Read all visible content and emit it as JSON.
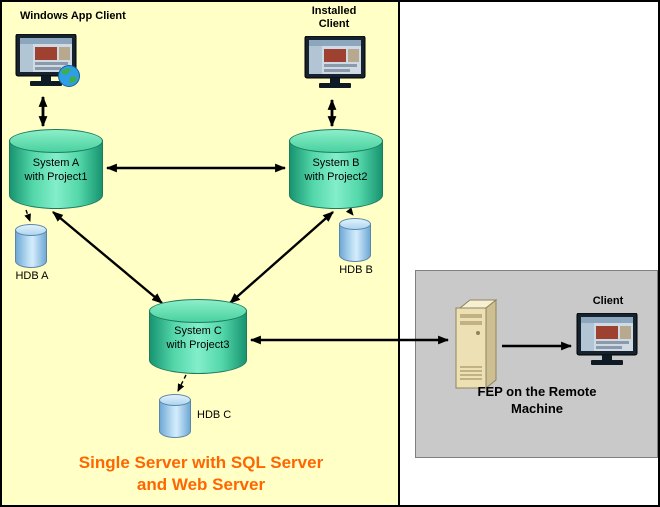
{
  "left_panel": {
    "caption": {
      "line1": "Single Server with SQL Server",
      "line2": "and Web Server"
    },
    "windows_app_client": {
      "label": "Windows App Client",
      "icon": "monitor-globe-icon"
    },
    "installed_client": {
      "label_line1": "Installed",
      "label_line2": "Client",
      "icon": "monitor-icon"
    },
    "systems": {
      "a": {
        "line1": "System A",
        "line2": "with Project1"
      },
      "b": {
        "line1": "System B",
        "line2": "with Project2"
      },
      "c": {
        "line1": "System C",
        "line2": "with Project3"
      }
    },
    "databases": {
      "a": {
        "label": "HDB A"
      },
      "b": {
        "label": "HDB B"
      },
      "c": {
        "label": "HDB C"
      }
    }
  },
  "remote_panel": {
    "client": {
      "label": "Client",
      "icon": "monitor-icon"
    },
    "server_icon": "server-tower-icon",
    "caption_line1": "FEP on the Remote",
    "caption_line2": "Machine"
  },
  "colors": {
    "left_panel_bg": "#FFFFC6",
    "remote_panel_bg": "#C9C9C9",
    "system_cylinder_green": "#33CC99",
    "hdb_cylinder_blue": "#A9D3EE",
    "caption_orange": "#FF6600",
    "arrow_black": "#000000"
  }
}
